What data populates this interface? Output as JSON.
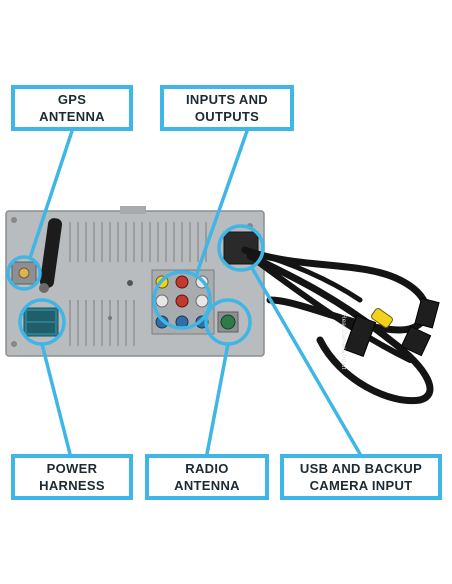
{
  "labels": {
    "gps_antenna": "GPS\nANTENNA",
    "inputs_outputs": "INPUTS AND\nOUTPUTS",
    "power_harness": "POWER\nHARNESS",
    "radio_antenna": "RADIO\nANTENNA",
    "usb_backup": "USB AND BACKUP\nCAMERA INPUT"
  },
  "cable_tag_text": "Rear Camera Input",
  "colors": {
    "accent": "#3fb6e6",
    "chassis": "#b9bcbf",
    "cable": "#141414",
    "rca_yellow": "#f2d21b",
    "rca_red": "#c23a2e",
    "rca_white": "#e6e6e6",
    "rca_blue": "#2e6fa8",
    "antenna_green": "#2f7a4a"
  }
}
